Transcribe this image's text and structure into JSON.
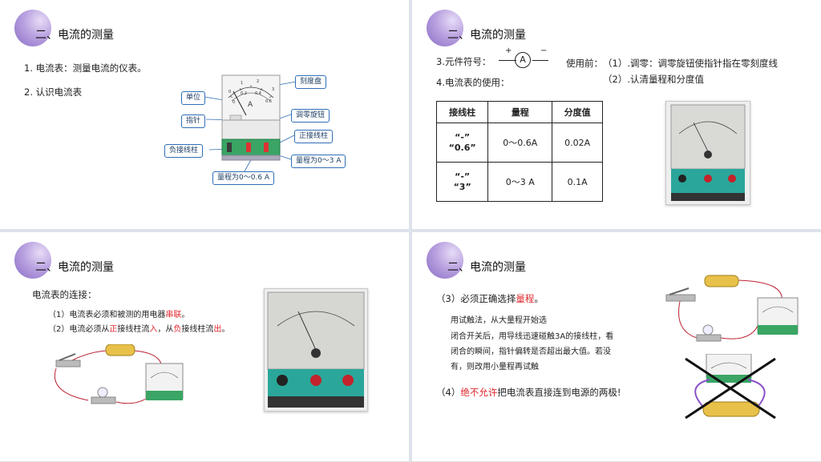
{
  "section_title": "二、电流的测量",
  "slide1": {
    "line1": "1. 电流表：测量电流的仪表。",
    "line2": "2. 认识电流表",
    "callouts": {
      "dial": "刻度盘",
      "unit": "单位",
      "pointer": "指针",
      "zero_knob": "调零旋钮",
      "positive": "正接线柱",
      "negative": "负接线柱",
      "range3": "量程为0～3 A",
      "range06": "量程为0～0.6 A"
    },
    "meter_unit": "A",
    "scale_numbers": [
      "0",
      "1",
      "2",
      "3"
    ],
    "scale_numbers_small": [
      "0",
      "0.2",
      "0.4",
      "0.6"
    ]
  },
  "slide2": {
    "symbol_label": "3.元件符号：",
    "symbol_plus": "+",
    "symbol_minus": "−",
    "symbol_letter": "A",
    "usage_label": "4.电流表的使用：",
    "before_use": "使用前：",
    "step1": "（1）.调零：调零旋钮使指针指在零刻度线",
    "step2": "（2）.认清量程和分度值",
    "table": {
      "headers": [
        "接线柱",
        "量程",
        "分度值"
      ],
      "rows": [
        {
          "terminal_line1": "“-”",
          "terminal_line2": "“0.6”",
          "range": "0～0.6A",
          "division": "0.02A"
        },
        {
          "terminal_line1": "“-”",
          "terminal_line2": "“3”",
          "range": "0～3 A",
          "division": "0.1A"
        }
      ]
    }
  },
  "slide3": {
    "heading": "电流表的连接：",
    "item1_pre": "（1）电流表必须和被测的用电器",
    "item1_red": "串联",
    "item1_post": "。",
    "item2_a": "（2）电流必须从",
    "item2_b": "正",
    "item2_c": "接线柱流",
    "item2_d": "入",
    "item2_e": "，从",
    "item2_f": "负",
    "item2_g": "接线柱流",
    "item2_h": "出",
    "item2_i": "。"
  },
  "slide4": {
    "item3_pre": "（3）必须正确选择",
    "item3_red": "量程",
    "item3_post": "。",
    "method": "用试触法，从大量程开始选",
    "desc1": "闭合开关后，用导线迅速碰触3A的接线柱，看",
    "desc2": "闭合的瞬间，指针偏转是否超出最大值。若没",
    "desc3": "有，则改用小量程再试触",
    "item4_pre": "（4）",
    "item4_red": "绝不允许",
    "item4_post": "把电流表直接连到电源的两极!"
  }
}
